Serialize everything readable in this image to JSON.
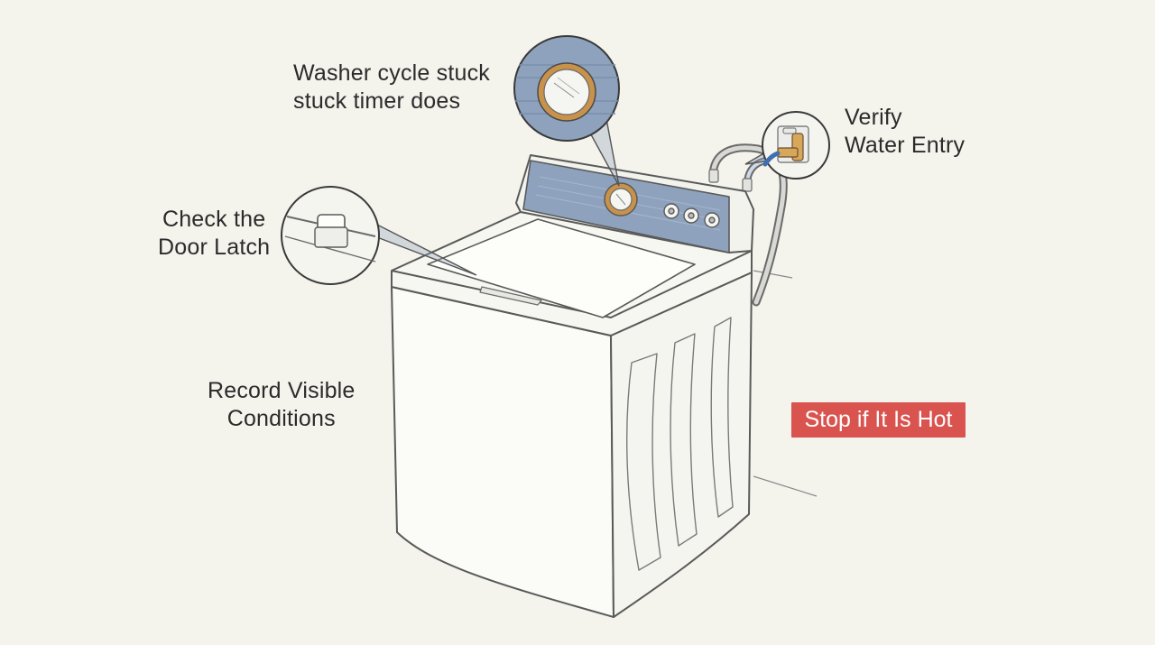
{
  "diagram": {
    "subject": "top-load-washing-machine",
    "callouts": {
      "timer": {
        "lines": [
          "Washer cycle stuck",
          "stuck timer does"
        ]
      },
      "latch": {
        "lines": [
          "Check the",
          "Door Latch"
        ]
      },
      "water": {
        "lines": [
          "Verify",
          "Water Entry"
        ]
      },
      "record": {
        "lines": [
          "Record Visible",
          "Conditions"
        ]
      }
    },
    "warning": {
      "text": "Stop if It Is Hot",
      "color": "#d9534f"
    },
    "colors": {
      "background": "#f4f3ec",
      "body": "#fbfbf7",
      "outline": "#5a5a5a",
      "control_panel": "#8ea2bd",
      "dial_ring": "#c9924a",
      "valve": "#d9a75a"
    }
  }
}
